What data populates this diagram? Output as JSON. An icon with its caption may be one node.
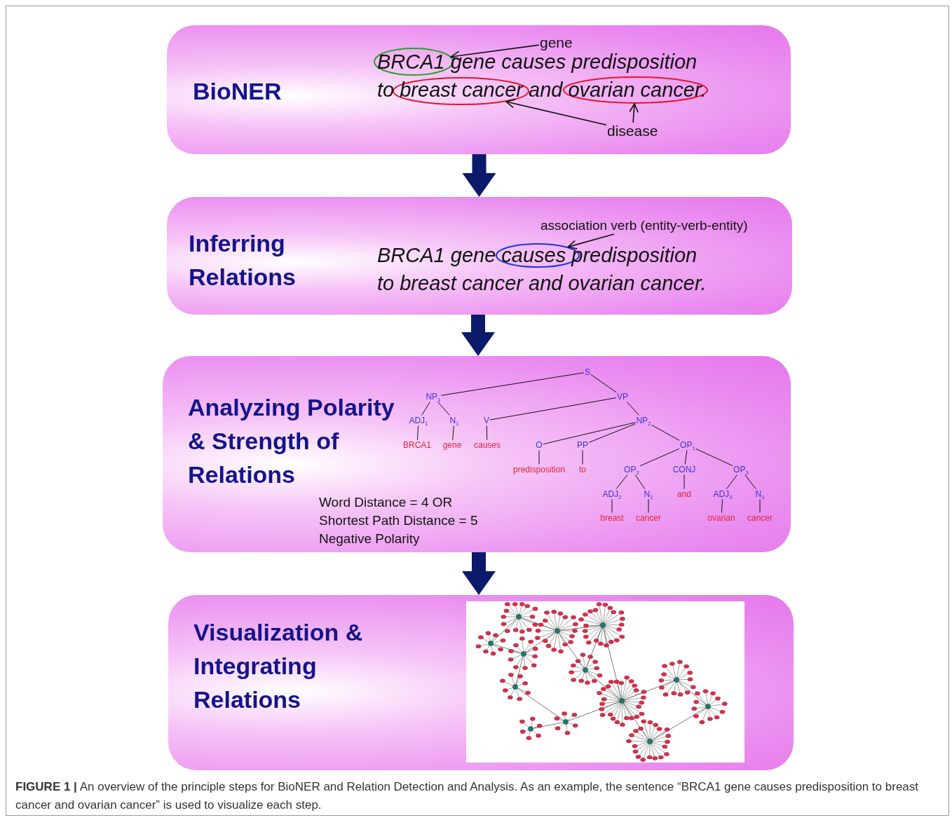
{
  "diagram": {
    "caption": "**FIGURE 1 |** An overview of the principle steps for BioNER and Relation Detection and Analysis. As an example, the sentence “BRCA1 gene causes predisposition to breast cancer and ovarian cancer” is used to visualize each step.",
    "nodes": [
      {
        "text": [
          "BioNER",
          "BRCA1 gene causes predisposition to breast cancer and ovarian cancer."
        ]
      },
      {
        "text": [
          "gene"
        ],
        "in": 0
      },
      {
        "text": [],
        "shape": "ellipse",
        "in": 0
      },
      {
        "text": [],
        "shape": "ellipse",
        "in": 0
      },
      {
        "text": [],
        "shape": "ellipse",
        "in": 0
      },
      {
        "text": [
          "disease"
        ],
        "in": 0
      },
      {
        "text": [
          "Inferring Relations",
          "BRCA1 gene causes predisposition to breast cancer and ovarian cancer."
        ]
      },
      {
        "text": [
          "association verb (entity-verb-entity)"
        ],
        "in": 6
      },
      {
        "text": [],
        "shape": "ellipse",
        "in": 6
      },
      {
        "text": [
          "Analyzing Polarity & Strength of Relations",
          "Word Distance = 4 OR",
          "Shortest Path Distance = 5",
          "Negative Polarity"
        ]
      },
      {
        "text": [
          "S"
        ],
        "in": 9
      },
      {
        "text": [
          "NP$_{1}$"
        ],
        "in": 9
      },
      {
        "text": [
          "VP"
        ],
        "in": 9
      },
      {
        "text": [
          "ADJ$_{1}$"
        ],
        "in": 9
      },
      {
        "text": [
          "N$_{1}$"
        ],
        "in": 9
      },
      {
        "text": [
          "V"
        ],
        "in": 9
      },
      {
        "text": [
          "NP$_{2}$"
        ],
        "in": 9
      },
      {
        "text": [
          "BRCA1"
        ],
        "in": 9
      },
      {
        "text": [
          "gene"
        ],
        "in": 9
      },
      {
        "text": [
          "causes"
        ],
        "in": 9
      },
      {
        "text": [
          "O"
        ],
        "in": 9
      },
      {
        "text": [
          "PP"
        ],
        "in": 9
      },
      {
        "text": [
          "OP$_{1}$"
        ],
        "in": 9
      },
      {
        "text": [
          "predisposition"
        ],
        "in": 9
      },
      {
        "text": [
          "to"
        ],
        "in": 9
      },
      {
        "text": [
          "OP$_{2}$"
        ],
        "in": 9
      },
      {
        "text": [
          "CONJ"
        ],
        "in": 9
      },
      {
        "text": [
          "OP$_{3}$"
        ],
        "in": 9
      },
      {
        "text": [
          "ADJ$_{2}$"
        ],
        "in": 9
      },
      {
        "text": [
          "N$_{2}$"
        ],
        "in": 9
      },
      {
        "text": [
          "and"
        ],
        "in": 9
      },
      {
        "text": [
          "ADJ$_{3}$"
        ],
        "in": 9
      },
      {
        "text": [
          "N$_{3}$"
        ],
        "in": 9
      },
      {
        "text": [
          "breast"
        ],
        "in": 9
      },
      {
        "text": [
          "cancer"
        ],
        "in": 9
      },
      {
        "text": [
          "ovarian"
        ],
        "in": 9
      },
      {
        "text": [
          "cancer"
        ],
        "in": 9
      },
      {
        "text": [
          "Visualization & Integrating Relations"
        ]
      }
    ],
    "edges": [
      {
        "from": 1,
        "to": 2,
        "arrow": "to"
      },
      {
        "from": 5,
        "to": 3,
        "arrow": "to"
      },
      {
        "from": 5,
        "to": 4,
        "arrow": "to"
      },
      {
        "from": 0,
        "to": 6,
        "arrow": "to",
        "style": "thick",
        "color": "#0b1a6b"
      },
      {
        "from": 7,
        "to": 8,
        "arrow": "to"
      },
      {
        "from": 6,
        "to": 9,
        "arrow": "to",
        "style": "thick",
        "color": "#0b1a6b"
      },
      {
        "from": 10,
        "to": 11,
        "arrow": "none"
      },
      {
        "from": 10,
        "to": 12,
        "arrow": "none"
      },
      {
        "from": 11,
        "to": 13,
        "arrow": "none"
      },
      {
        "from": 11,
        "to": 14,
        "arrow": "none"
      },
      {
        "from": 13,
        "to": 17,
        "arrow": "none"
      },
      {
        "from": 14,
        "to": 18,
        "arrow": "none"
      },
      {
        "from": 12,
        "to": 15,
        "arrow": "none"
      },
      {
        "from": 12,
        "to": 16,
        "arrow": "none"
      },
      {
        "from": 15,
        "to": 19,
        "arrow": "none"
      },
      {
        "from": 16,
        "to": 20,
        "arrow": "none"
      },
      {
        "from": 16,
        "to": 21,
        "arrow": "none"
      },
      {
        "from": 16,
        "to": 22,
        "arrow": "none"
      },
      {
        "from": 20,
        "to": 23,
        "arrow": "none"
      },
      {
        "from": 21,
        "to": 24,
        "arrow": "none"
      },
      {
        "from": 22,
        "to": 25,
        "arrow": "none"
      },
      {
        "from": 22,
        "to": 26,
        "arrow": "none"
      },
      {
        "from": 22,
        "to": 27,
        "arrow": "none"
      },
      {
        "from": 25,
        "to": 28,
        "arrow": "none"
      },
      {
        "from": 25,
        "to": 29,
        "arrow": "none"
      },
      {
        "from": 26,
        "to": 30,
        "arrow": "none"
      },
      {
        "from": 27,
        "to": 31,
        "arrow": "none"
      },
      {
        "from": 27,
        "to": 32,
        "arrow": "none"
      },
      {
        "from": 28,
        "to": 33,
        "arrow": "none"
      },
      {
        "from": 29,
        "to": 34,
        "arrow": "none"
      },
      {
        "from": 31,
        "to": 35,
        "arrow": "none"
      },
      {
        "from": 32,
        "to": 36,
        "arrow": "none"
      },
      {
        "from": 9,
        "to": 37,
        "arrow": "to",
        "style": "thick",
        "color": "#0b1a6b"
      }
    ]
  }
}
